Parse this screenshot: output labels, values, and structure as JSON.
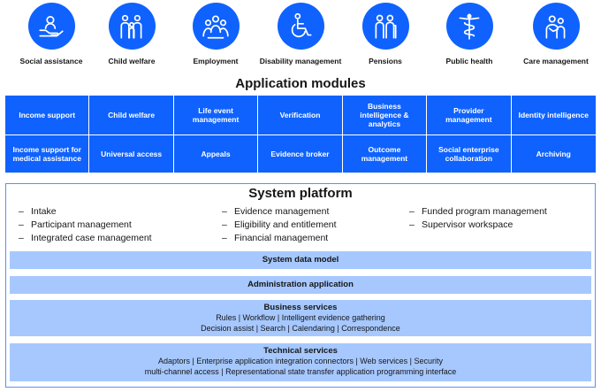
{
  "icons": [
    {
      "label": "Social assistance",
      "icon": "helping-hand-icon"
    },
    {
      "label": "Child welfare",
      "icon": "family-icon"
    },
    {
      "label": "Employment",
      "icon": "group-icon"
    },
    {
      "label": "Disability management",
      "icon": "wheelchair-icon"
    },
    {
      "label": "Pensions",
      "icon": "elderly-couple-icon"
    },
    {
      "label": "Public health",
      "icon": "caduceus-icon"
    },
    {
      "label": "Care management",
      "icon": "caregiver-icon"
    }
  ],
  "modules": {
    "title": "Application modules",
    "items": [
      "Income support",
      "Child welfare",
      "Life event management",
      "Verification",
      "Business intelligence & analytics",
      "Provider management",
      "Identity intelligence",
      "Income support for medical assistance",
      "Universal access",
      "Appeals",
      "Evidence broker",
      "Outcome management",
      "Social enterprise collaboration",
      "Archiving"
    ]
  },
  "platform": {
    "title": "System platform",
    "col1": [
      "Intake",
      "Participant management",
      "Integrated case management"
    ],
    "col2": [
      "Evidence management",
      "Eligibility and entitlement",
      "Financial management"
    ],
    "col3": [
      "Funded program management",
      "Supervisor workspace"
    ],
    "bullet": "–",
    "data_model": "System data model",
    "admin_app": "Administration application",
    "business_services": {
      "title": "Business services",
      "line1": "Rules | Workflow | Intelligent evidence gathering",
      "line2": "Decision assist | Search | Calendaring | Correspondence"
    },
    "technical_services": {
      "title": "Technical services",
      "line1": "Adaptors | Enterprise application integration connectors | Web services | Security",
      "line2": "multi-channel access | Representational state transfer application programming interface"
    }
  },
  "colors": {
    "primary_blue": "#0f62fe",
    "light_blue": "#a6c8ff",
    "white": "#ffffff"
  }
}
